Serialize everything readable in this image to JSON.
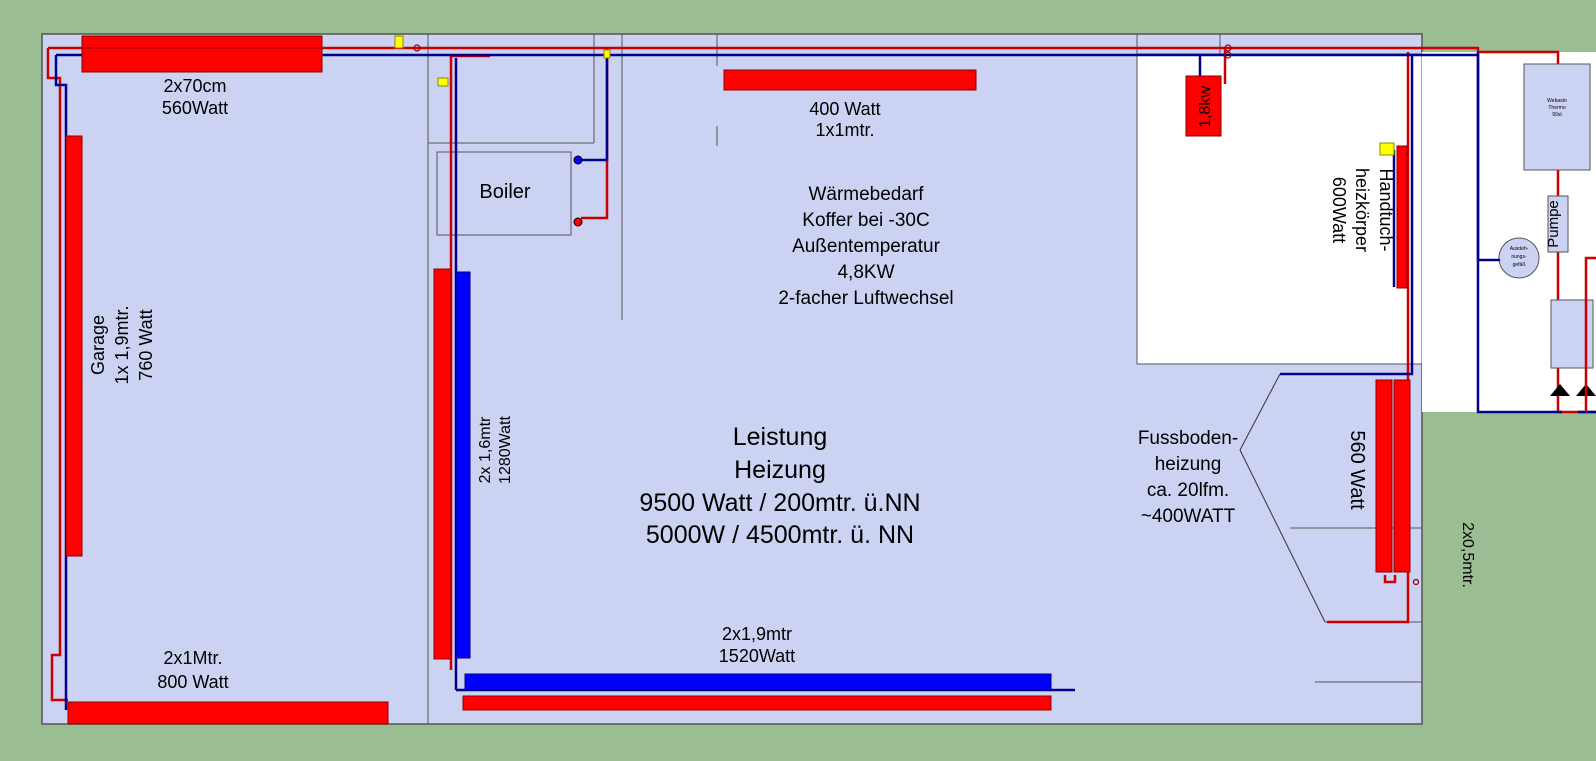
{
  "colors": {
    "background": "#9bbd93",
    "room": "#ccd3f2",
    "bath": "#ffffff",
    "heater_red": "#ff0000",
    "pipe_blue": "#0000ff",
    "pipe_supply": "#cc0000",
    "pipe_return": "#00008b",
    "valve_yellow": "#ffff00"
  },
  "labels": {
    "top_left_1": "2x70cm",
    "top_left_2": "560Watt",
    "garage_1": "Garage",
    "garage_2": "1x 1,9mtr.",
    "garage_3": "760 Watt",
    "bottom_left_1": "2x1Mtr.",
    "bottom_left_2": "800 Watt",
    "boiler": "Boiler",
    "top_mid_1": "400 Watt",
    "top_mid_2": "1x1mtr.",
    "demand_1": "Wärmebedarf",
    "demand_2": "Koffer bei -30C",
    "demand_3": "Außentemperatur",
    "demand_4": "4,8KW",
    "demand_5": "2-facher Luftwechsel",
    "left_vertical_1": "2x 1,6mtr",
    "left_vertical_2": "1280Watt",
    "power_1": "Leistung",
    "power_2": "Heizung",
    "power_3": "9500 Watt / 200mtr. ü.NN",
    "power_4": "5000W / 4500mtr. ü. NN",
    "bottom_mid_1": "2x1,9mtr",
    "bottom_mid_2": "1520Watt",
    "electric_heater": "1,8kw",
    "towel_1": "Handtuch-",
    "towel_2": "heizkörper",
    "towel_3": "600Watt",
    "floor_1": "Fussboden-",
    "floor_2": "heizung",
    "floor_3": "ca. 20lfm.",
    "floor_4": "~400WATT",
    "right_vertical": "560 Watt",
    "outer_right": "2x0,5mtr.",
    "webasto_1": "Webasto",
    "webasto_2": "Thermo",
    "webasto_3": "90st",
    "pump": "Pumpe",
    "expansion_1": "Ausdeh-",
    "expansion_2": "nungs-",
    "expansion_3": "gefäß"
  },
  "icons": {
    "valve": "valve-icon",
    "pump_triangle": "pump-direction-icon",
    "expansion_vessel": "expansion-vessel-icon"
  }
}
